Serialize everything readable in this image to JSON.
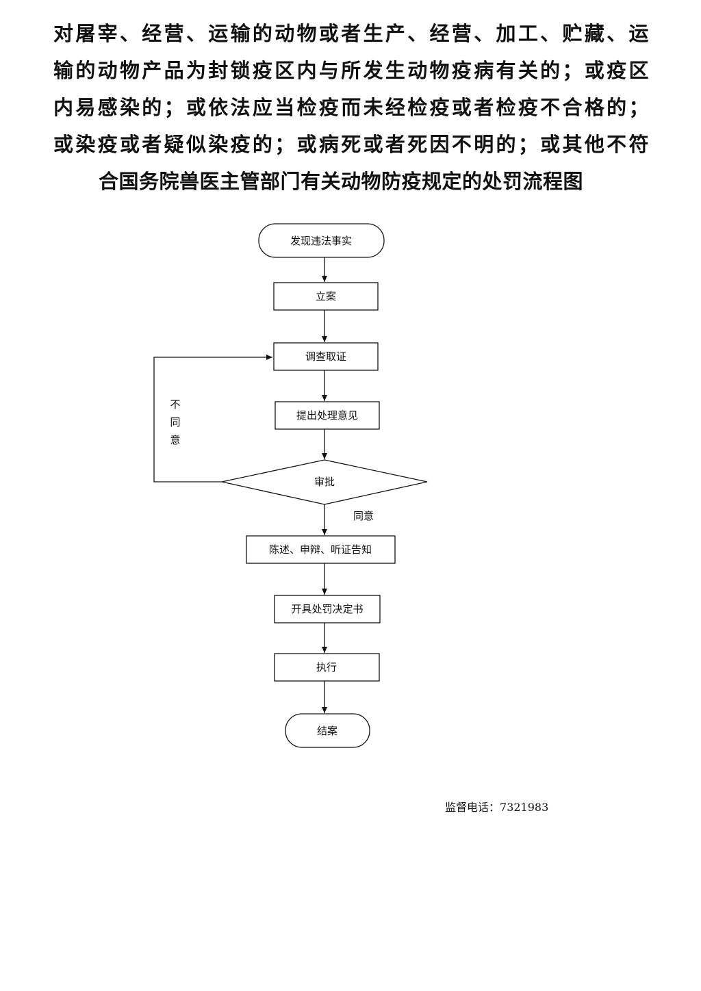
{
  "title_lines": [
    "对屠宰、经营、运输的动物或者生产、经营、加工、贮藏、运",
    "输的动物产品为封锁疫区内与所发生动物疫病有关的；或疫区",
    "内易感染的；或依法应当检疫而未经检疫或者检疫不合格的；",
    "或染疫或者疑似染疫的；或病死或者死因不明的；或其他不符",
    "合国务院兽医主管部门有关动物防疫规定的处罚流程图"
  ],
  "flowchart": {
    "nodes": {
      "start": "发现违法事实",
      "file_case": "立案",
      "investigate": "调查取证",
      "propose": "提出处理意见",
      "approve": "审批",
      "notify": "陈述、申辩、听证告知",
      "decision": "开具处罚决定书",
      "execute": "执行",
      "close": "结案"
    },
    "edge_labels": {
      "disagree": [
        "不",
        "同",
        "意"
      ],
      "agree": "同意"
    }
  },
  "footer": {
    "hotline_label": "监督电话：",
    "hotline_number": "7321983"
  }
}
